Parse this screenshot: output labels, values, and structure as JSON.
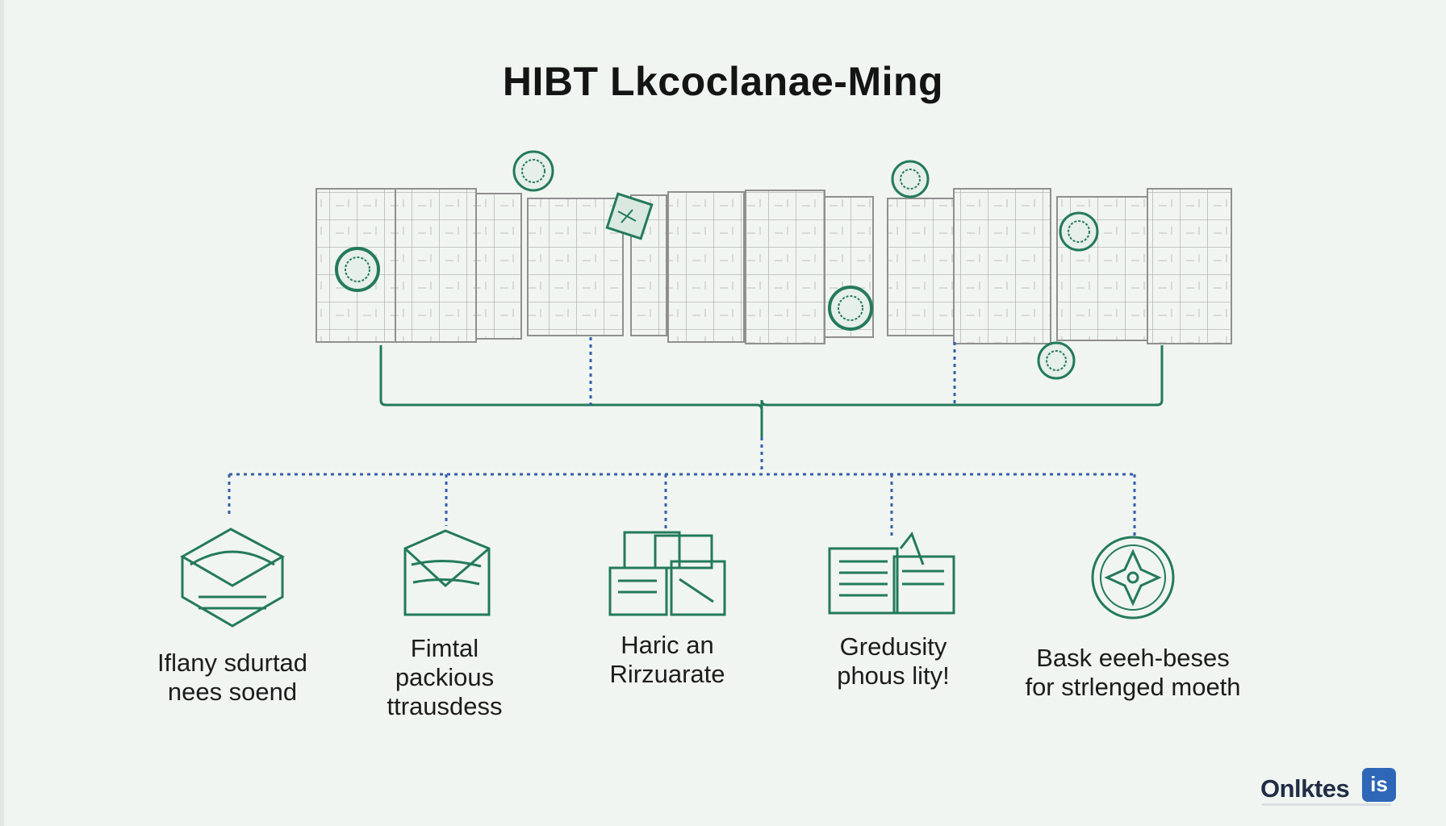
{
  "title": "HIBT Lkcoclanae-Ming",
  "labels": [
    {
      "line1": "Iflany sdurtad",
      "line2": "nees soend",
      "line3": ""
    },
    {
      "line1": "Fimtal",
      "line2": "packious",
      "line3": "ttrausdess"
    },
    {
      "line1": "Haric an",
      "line2": "Rirzuarate",
      "line3": ""
    },
    {
      "line1": "Gredusity",
      "line2": "phous lity!",
      "line3": ""
    },
    {
      "line1": "Bask eeeh-beses",
      "line2": "for strlenged moeth",
      "line3": ""
    }
  ],
  "logo": {
    "text": "Onlktes",
    "badge": "is"
  },
  "colors": {
    "accent_green": "#237a5b",
    "dotted_blue": "#3460a8",
    "panel_gray": "#9a9a9a",
    "background": "#f1f5f2"
  }
}
